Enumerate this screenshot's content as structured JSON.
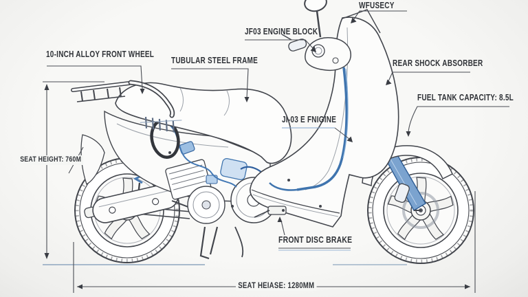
{
  "callouts": {
    "front_wheel": "10-INCH ALLOY FRONT WHEEL",
    "frame": "TUBULAR STEEL FRAME",
    "engine_block": "JF03 ENGINE BLOCK",
    "handlebar": "WFUSECY",
    "rear_shock": "REAR SHOCK ABSORBER",
    "fuel_tank": "FUEL TANK CAPACITY: 8.5L",
    "engine": "JI-03 E FNIGINE",
    "front_brake": "FRONT DISC BRAKE"
  },
  "dimensions": {
    "seat_height": "SEAT HEIGHT: 760M",
    "wheelbase": "SEAT HEIASE: 1280MM"
  },
  "colors": {
    "background": "#f5f6f4",
    "line_art": "#42454c",
    "accent_blue": "#3f74ae",
    "light_blue": "#7fa3cc",
    "dimension_line": "#4a4d54",
    "ground_line": "#8ea6bf",
    "label_text": "#2f3237"
  }
}
